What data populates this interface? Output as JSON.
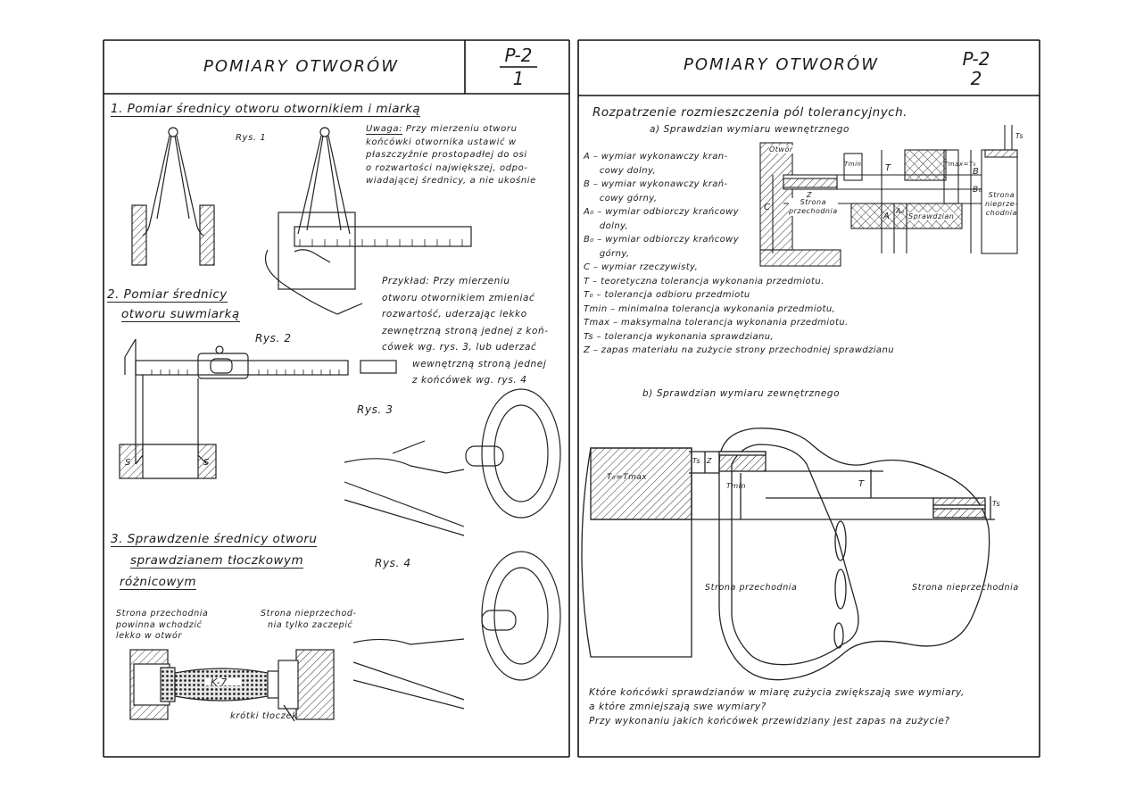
{
  "left_sheet": {
    "title": "POMIARY OTWORÓW",
    "code_top": "P-2",
    "code_bottom": "1",
    "s1_heading": "1. Pomiar średnicy otworu otwornikiem i miarką",
    "rys1": "Rys. 1",
    "uwaga_label": "Uwaga:",
    "uwaga_lines": [
      "Przy mierzeniu otworu",
      "końcówki otwornika ustawić w",
      "płaszczyźnie prostopadłej do osi",
      "o rozwartości największej, odpo-",
      "wiadającej średnicy, a nie ukośnie"
    ],
    "s2_heading_1": "2. Pomiar średnicy",
    "s2_heading_2": "otworu suwmiarką",
    "rys2": "Rys. 2",
    "przyklad_lines": [
      "Przykład: Przy mierzeniu",
      "otworu otwornikiem zmieniać",
      "rozwartość, uderzając lekko",
      "zewnętrzną stroną jednej z koń-",
      "cówek wg. rys. 3, lub uderzać",
      "wewnętrzną stroną jednej",
      "z końcówek wg. rys. 4"
    ],
    "rys3": "Rys. 3",
    "s3_heading_1": "3. Sprawdzenie średnicy otworu",
    "s3_heading_2": "sprawdzianem tłoczkowym",
    "s3_heading_3": "różnicowym",
    "rys4": "Rys. 4",
    "note_go": [
      "Strona przechodnia",
      "powinna wchodzić",
      "lekko w otwór"
    ],
    "note_nogo": [
      "Strona nieprzechod-",
      "nia tylko zaczepić"
    ],
    "label_k7": "K-7",
    "label_short_plug": "krótki tłoczek",
    "dim_s": "S"
  },
  "right_sheet": {
    "title": "POMIARY OTWORÓW",
    "code_top": "P-2",
    "code_bottom": "2",
    "heading": "Rozpatrzenie rozmieszczenia pól tolerancyjnych.",
    "sub_a": "a) Sprawdzian wymiaru wewnętrznego",
    "legend": [
      "A – wymiar wykonawczy kran-",
      "     cowy dolny,",
      "B – wymiar wykonawczy krań-",
      "     cowy górny,",
      "A₀ – wymiar odbiorczy krańcowy",
      "     dolny,",
      "B₀ – wymiar odbiorczy krańcowy",
      "     górny,",
      "C – wymiar rzeczywisty,",
      "T – teoretyczna tolerancja wykonania przedmiotu.",
      "T₀ – tolerancja odbioru przedmiotu",
      "Tmin – minimalna tolerancja wykonania przedmiotu,",
      "Tmax – maksymalna tolerancja wykonania przedmiotu.",
      "Ts – tolerancja wykonania sprawdzianu,",
      "Z – zapas materiału na zużycie strony przechodniej sprawdzianu"
    ],
    "diag_otwor": "Otwór",
    "diag_go": [
      "Strona",
      "przechodnia"
    ],
    "diag_nogo": [
      "Strona",
      "nieprze-",
      "chodnia"
    ],
    "diag_gauge": "Sprawdzian",
    "diag_labels": {
      "c": "C",
      "a": "A",
      "b": "B",
      "a0": "A₀",
      "b0": "B₀",
      "ts": "Ts",
      "t": "T",
      "tmin": "Tmin",
      "tmaxt0": "Tmax=T₀",
      "z": "Z"
    },
    "sub_b": "b) Sprawdzian wymiaru zewnętrznego",
    "snap_go": "Strona przechodnia",
    "snap_nogo": "Strona nieprzechodnia",
    "snap_labels": {
      "t0tmax": "T₀=Tmax",
      "ts": "Ts",
      "z": "Z",
      "tmin": "Tmin",
      "t": "T"
    },
    "questions": [
      "Które końcówki sprawdzianów w miarę zużycia zwiększają swe wymiary,",
      "a które zmniejszają swe wymiary?",
      "Przy wykonaniu jakich końcówek przewidziany jest zapas na zużycie?"
    ]
  }
}
